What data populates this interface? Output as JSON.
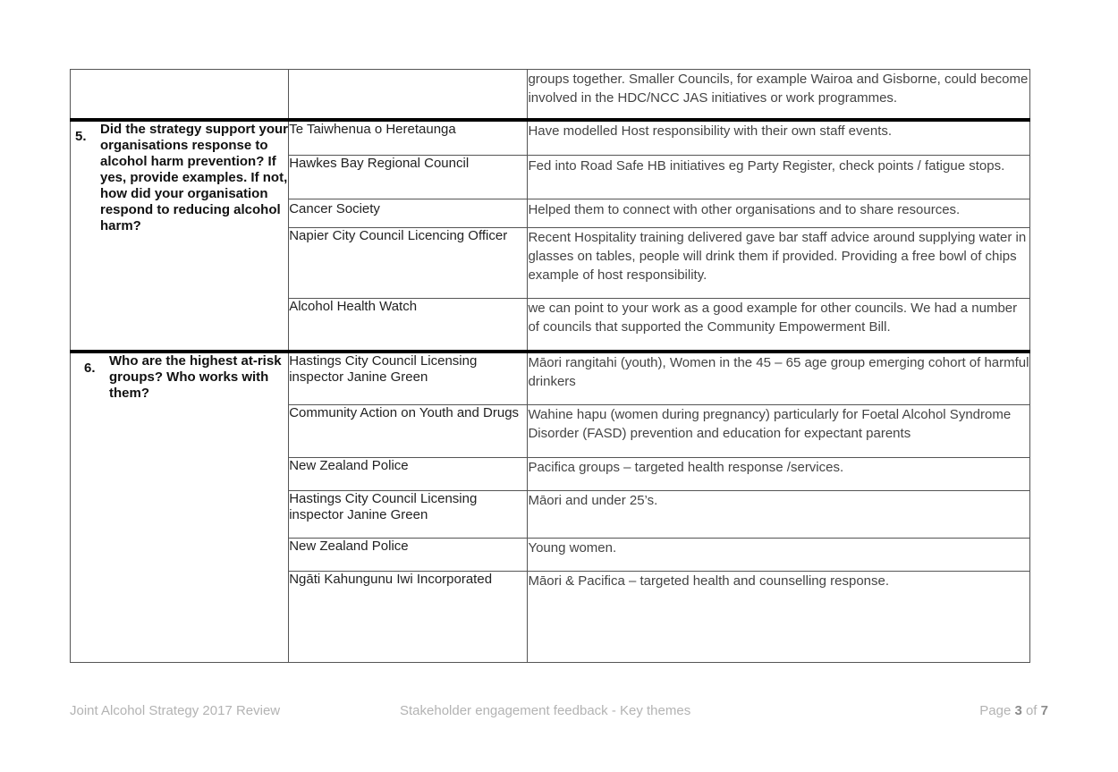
{
  "rows": [
    {
      "stakeholder": "",
      "feedback": "groups together. Smaller Councils, for example Wairoa and Gisborne, could become involved in the HDC/NCC JAS initiatives or work programmes."
    }
  ],
  "q5": {
    "number": "5.",
    "question": "Did the strategy support your organisations response to alcohol harm prevention?  If yes, provide examples. If not, how did your organisation respond to reducing alcohol harm?",
    "responses": [
      {
        "stakeholder": "Te Taiwhenua o Heretaunga",
        "feedback": "Have modelled Host responsibility with their own staff events."
      },
      {
        "stakeholder": "Hawkes Bay Regional Council",
        "feedback": "Fed into Road Safe HB initiatives eg Party Register, check points / fatigue stops."
      },
      {
        "stakeholder": "Cancer Society",
        "feedback": "Helped them to connect with other organisations and to share resources."
      },
      {
        "stakeholder": "Napier City Council Licencing Officer",
        "feedback": "Recent Hospitality training delivered gave bar staff advice around supplying water in glasses on tables, people will drink them if provided. Providing a free bowl of chips example of host responsibility."
      },
      {
        "stakeholder": "Alcohol Health Watch",
        "feedback": "we can point to your work as a good example for other councils. We had a number of councils that supported the Community Empowerment Bill."
      }
    ]
  },
  "q6": {
    "number": "6.",
    "question": "Who are the highest at-risk groups? Who works with them?",
    "responses": [
      {
        "stakeholder": "Hastings City Council Licensing inspector Janine Green",
        "feedback": "Māori rangitahi (youth), Women in the 45 – 65 age group emerging cohort of harmful drinkers"
      },
      {
        "stakeholder": "Community Action on Youth and Drugs",
        "feedback": "Wahine hapu (women during pregnancy) particularly for Foetal Alcohol Syndrome Disorder (FASD) prevention and education for expectant parents"
      },
      {
        "stakeholder": "New Zealand Police",
        "feedback": "Pacifica groups – targeted health response /services."
      },
      {
        "stakeholder": "Hastings City Council Licensing inspector Janine Green",
        "feedback": "Māori and under 25’s."
      },
      {
        "stakeholder": "New Zealand Police",
        "feedback": "Young women."
      },
      {
        "stakeholder": "Ngāti Kahungunu Iwi Incorporated",
        "feedback": "Māori & Pacifica – targeted health and counselling response."
      }
    ]
  },
  "footer": {
    "left": "Joint Alcohol Strategy 2017 Review",
    "center": "Stakeholder engagement feedback - Key themes",
    "page_prefix": "Page ",
    "page_current": "3",
    "page_of": " of ",
    "page_total": "7"
  }
}
